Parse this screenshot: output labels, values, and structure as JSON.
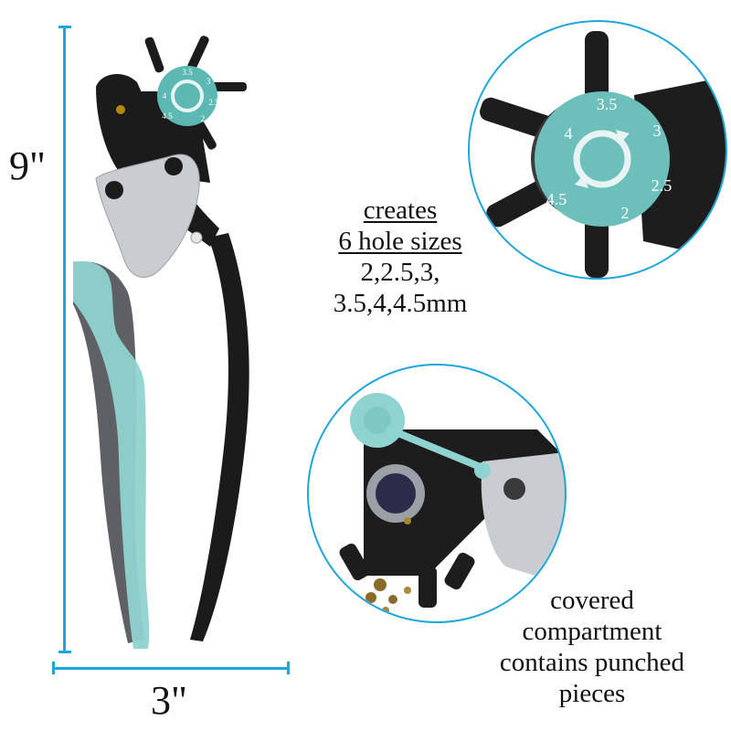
{
  "dimensions": {
    "height_label": "9\"",
    "width_label": "3\""
  },
  "product": {
    "name": "rotary leather hole punch pliers",
    "colors": {
      "accent": "#1ea6dc",
      "handle_teal": "#8ed3cf",
      "handle_gray": "#5f6066",
      "body_black": "#1b1b1b",
      "steel": "#c9ccd1",
      "dial_teal": "#5cb8b2"
    }
  },
  "dial": {
    "sizes": [
      "2",
      "2.5",
      "3",
      "3.5",
      "4",
      "4.5"
    ],
    "center_icon": "rotate-arrows-icon"
  },
  "captions": {
    "sizes_line1": "creates",
    "sizes_line2": "6 hole sizes",
    "sizes_line3": "2,2.5,3,",
    "sizes_line4": "3.5,4,4.5mm",
    "compartment_line1": "covered",
    "compartment_line2": "compartment",
    "compartment_line3": "contains punched",
    "compartment_line4": "pieces"
  }
}
